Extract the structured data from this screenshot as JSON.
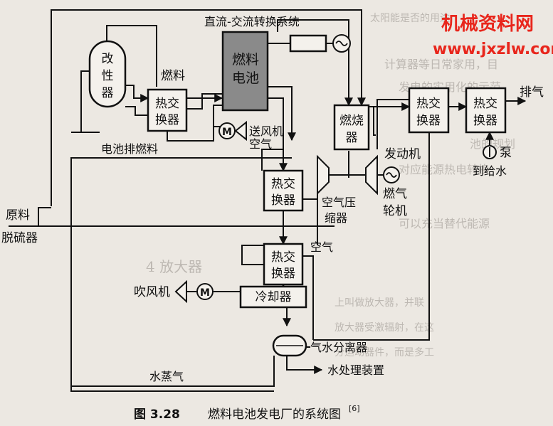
{
  "watermark": {
    "line1": "机械资料网",
    "line2": "www.jxzlw.com"
  },
  "labels": {
    "dc_ac": "直流-交流转换系统",
    "fuel_cell_l1": "燃料",
    "fuel_cell_l2": "电池",
    "reformer_l1": "改",
    "reformer_l2": "性",
    "reformer_l3": "器",
    "fuel": "燃料",
    "hx1_l1": "热交",
    "hx1_l2": "换器",
    "blower": "送风机",
    "air1": "空气",
    "combustor_l1": "燃烧",
    "combustor_l2": "器",
    "hx4_l1": "热交",
    "hx4_l2": "换器",
    "hx5_l1": "热交",
    "hx5_l2": "换器",
    "exhaust": "排气",
    "pump": "泵",
    "feedwater": "到给水",
    "engine": "发动机",
    "battery_exhaust_fuel": "电池排燃料",
    "hx2_l1": "热交",
    "hx2_l2": "换器",
    "compressor_l1": "空气压",
    "compressor_l2": "缩器",
    "turbine_l1": "燃气",
    "turbine_l2": "轮机",
    "raw_material": "原料",
    "desulfurizer": "脱硫器",
    "air2": "空气",
    "hx3_l1": "热交",
    "hx3_l2": "换器",
    "fan": "吹风机",
    "cooler": "冷却器",
    "separator": "气水分离器",
    "water_treatment": "水处理装置",
    "steam": "水蒸气",
    "motor": "M"
  },
  "caption": {
    "number": "图 3.28",
    "title": "燃料电池发电厂的系统图",
    "ref": "[6]"
  },
  "colors": {
    "watermark": "#e8261c",
    "fuel_cell_fill": "#8a8a8a",
    "ink": "#111111"
  }
}
